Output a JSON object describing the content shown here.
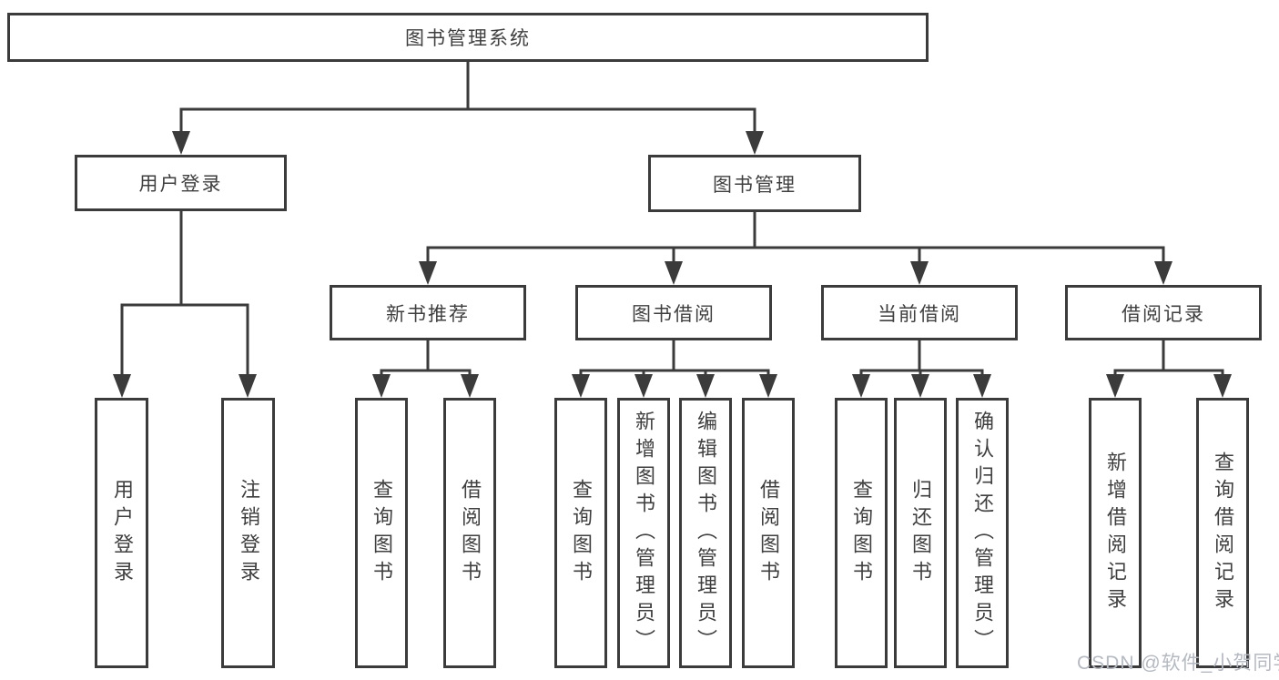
{
  "diagram": {
    "title": "图书管理系统",
    "colors": {
      "line": "#3b3b3b",
      "text": "#3f3f3f",
      "background": "#ffffff",
      "watermark": "#b4b9c2"
    },
    "root": {
      "label": "图书管理系统"
    },
    "level2": [
      {
        "label": "用户登录"
      },
      {
        "label": "图书管理"
      }
    ],
    "level3": [
      {
        "label": "新书推荐",
        "parent": "图书管理"
      },
      {
        "label": "图书借阅",
        "parent": "图书管理"
      },
      {
        "label": "当前借阅",
        "parent": "图书管理"
      },
      {
        "label": "借阅记录",
        "parent": "图书管理"
      }
    ],
    "leaves": [
      {
        "label": "用户登录",
        "parent": "用户登录"
      },
      {
        "label": "注销登录",
        "parent": "用户登录"
      },
      {
        "label": "查询图书",
        "parent": "新书推荐"
      },
      {
        "label": "借阅图书",
        "parent": "新书推荐"
      },
      {
        "label": "查询图书",
        "parent": "图书借阅"
      },
      {
        "label": "新增图书（管理员）",
        "parent": "图书借阅"
      },
      {
        "label": "编辑图书（管理员）",
        "parent": "图书借阅"
      },
      {
        "label": "借阅图书",
        "parent": "图书借阅"
      },
      {
        "label": "查询图书",
        "parent": "当前借阅"
      },
      {
        "label": "归还图书",
        "parent": "当前借阅"
      },
      {
        "label": "确认归还（管理员）",
        "parent": "当前借阅"
      },
      {
        "label": "新增借阅记录",
        "parent": "借阅记录"
      },
      {
        "label": "查询借阅记录",
        "parent": "借阅记录"
      }
    ],
    "watermark": "CSDN @软件_小贺同学"
  }
}
